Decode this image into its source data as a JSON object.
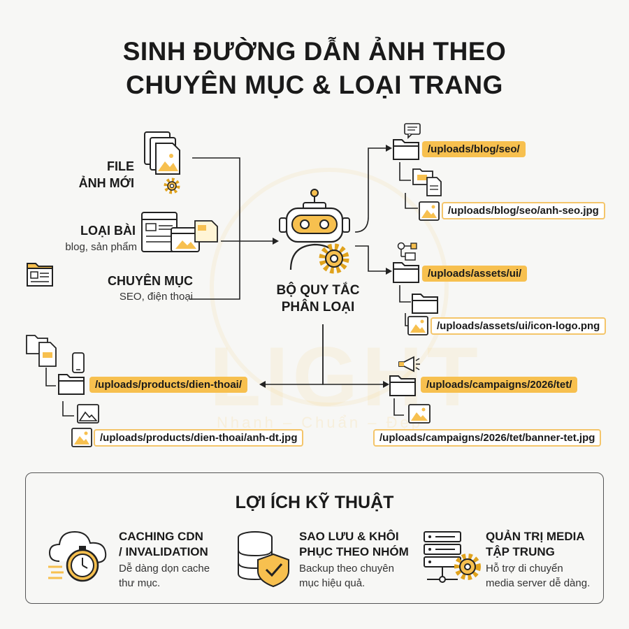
{
  "title": {
    "line1": "SINH ĐƯỜNG DẪN ẢNH THEO",
    "line2": "CHUYÊN MỤC & LOẠI TRANG"
  },
  "inputs": {
    "file": {
      "line1": "FILE",
      "line2": "ẢNH MỚI"
    },
    "type": {
      "label": "LOẠI BÀI",
      "sub": "blog, sản phẩm"
    },
    "category": {
      "label": "CHUYÊN MỤC",
      "sub": "SEO, điện thoại"
    }
  },
  "engine": {
    "line1": "BỘ QUY TẮC",
    "line2": "PHÂN LOẠI"
  },
  "outputs": {
    "blog": {
      "folder": "/uploads/blog/seo/",
      "file": "/uploads/blog/seo/anh-seo.jpg"
    },
    "assets": {
      "folder": "/uploads/assets/ui/",
      "file": "/uploads/assets/ui/icon-logo.png"
    },
    "products": {
      "folder": "/uploads/products/dien-thoai/",
      "file": "/uploads/products/dien-thoai/anh-dt.jpg"
    },
    "campaigns": {
      "folder": "/uploads/campaigns/2026/tet/",
      "file": "/uploads/campaigns/2026/tet/banner-tet.jpg"
    }
  },
  "watermark": {
    "brand": "LIGHT",
    "tagline": "Nhanh – Chuẩn – Đẹp"
  },
  "benefits": {
    "title": "LỢI ÍCH KỸ THUẬT",
    "items": [
      {
        "head1": "CACHING CDN",
        "head2": "/ INVALIDATION",
        "text1": "Dễ dàng dọn cache",
        "text2": "thư mục."
      },
      {
        "head1": "SAO LƯU & KHÔI",
        "head2": "PHỤC THEO NHÓM",
        "text1": "Backup theo chuyên",
        "text2": "mục hiệu quả."
      },
      {
        "head1": "QUẢN TRỊ MEDIA",
        "head2": "TẬP TRUNG",
        "text1": "Hỗ trợ di chuyển",
        "text2": "media server dễ dàng."
      }
    ]
  },
  "colors": {
    "accent": "#f7c04f",
    "accentBorder": "#f4c56a",
    "ink": "#1a1a1a"
  }
}
